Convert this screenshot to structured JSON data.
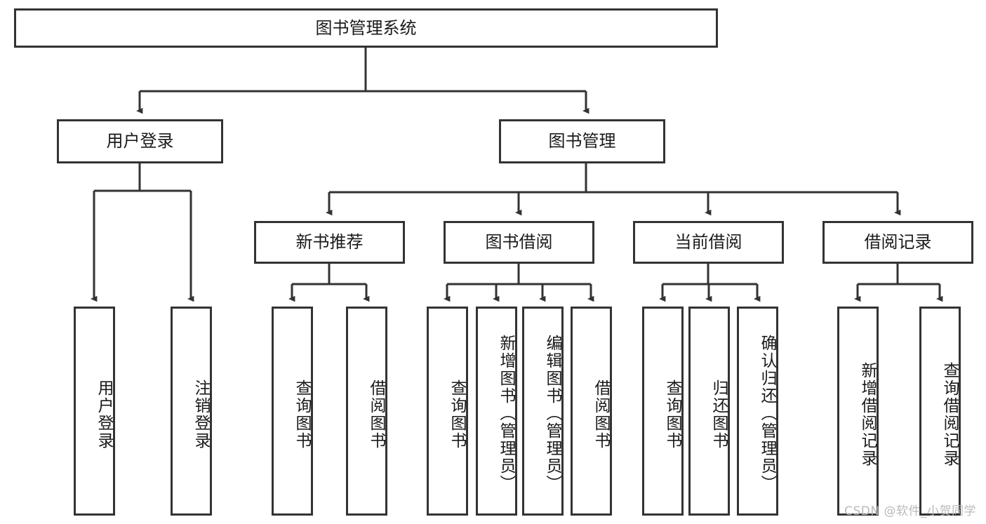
{
  "diagram": {
    "title": "图书管理系统",
    "type": "hierarchy-tree",
    "root": {
      "label": "图书管理系统"
    },
    "level2": [
      {
        "id": "user-login",
        "label": "用户登录"
      },
      {
        "id": "book-management",
        "label": "图书管理"
      }
    ],
    "level3": [
      {
        "id": "new-book-recommend",
        "label": "新书推荐"
      },
      {
        "id": "book-borrow",
        "label": "图书借阅"
      },
      {
        "id": "current-borrow",
        "label": "当前借阅"
      },
      {
        "id": "borrow-record",
        "label": "借阅记录"
      }
    ],
    "leaves": {
      "user_login": [
        {
          "id": "leaf-user-login",
          "label": "用户登录"
        },
        {
          "id": "leaf-user-logout",
          "label": "注销登录"
        }
      ],
      "new_book_recommend": [
        {
          "id": "leaf-query-book-1",
          "label": "查询图书"
        },
        {
          "id": "leaf-borrow-book-1",
          "label": "借阅图书"
        }
      ],
      "book_borrow": [
        {
          "id": "leaf-query-book-2",
          "label": "查询图书"
        },
        {
          "id": "leaf-add-book",
          "label": "新增图书（管理员）"
        },
        {
          "id": "leaf-edit-book",
          "label": "编辑图书（管理员）"
        },
        {
          "id": "leaf-borrow-book-2",
          "label": "借阅图书"
        }
      ],
      "current_borrow": [
        {
          "id": "leaf-query-book-3",
          "label": "查询图书"
        },
        {
          "id": "leaf-return-book",
          "label": "归还图书"
        },
        {
          "id": "leaf-confirm-return",
          "label": "确认归还（管理员）"
        }
      ],
      "borrow_record": [
        {
          "id": "leaf-add-record",
          "label": "新增借阅记录"
        },
        {
          "id": "leaf-query-record",
          "label": "查询借阅记录"
        }
      ]
    }
  },
  "watermark": {
    "text": "CSDN @软件_小贺同学"
  },
  "colors": {
    "stroke": "#333333",
    "background": "#ffffff",
    "text": "#1a1a1a",
    "watermark": "#b9b9b9"
  }
}
